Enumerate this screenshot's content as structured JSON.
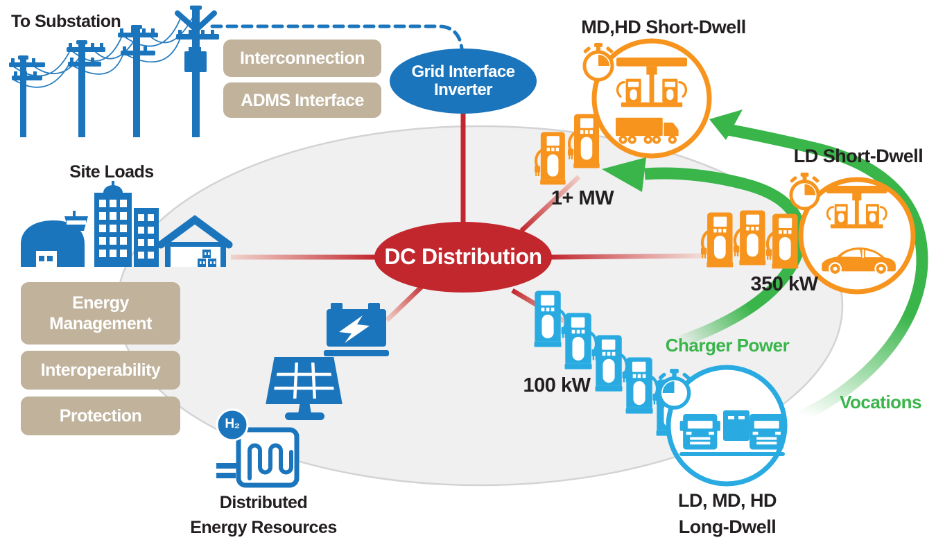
{
  "colors": {
    "blue": "#1b75bc",
    "light_blue": "#29abe2",
    "orange": "#f7941e",
    "red": "#c1272d",
    "tan": "#c0b29b",
    "green": "#39b54a",
    "ellipse_fill": "#f0f0f1",
    "ellipse_border": "#d3d3d5",
    "text_dark": "#231f20",
    "white": "#ffffff"
  },
  "grid": {
    "to_substation": "To Substation",
    "interconnection": "Interconnection",
    "adms_interface": "ADMS Interface",
    "inverter_line1": "Grid Interface",
    "inverter_line2": "Inverter"
  },
  "hub": {
    "dc_distribution": "DC Distribution"
  },
  "site": {
    "site_loads": "Site Loads",
    "energy_line1": "Energy",
    "energy_line2": "Management",
    "interoperability": "Interoperability",
    "protection": "Protection"
  },
  "der": {
    "h2": "H₂",
    "line1": "Distributed",
    "line2": "Energy Resources"
  },
  "chargers": {
    "mw": "1+ MW",
    "kw350": "350 kW",
    "kw100": "100 kW"
  },
  "vocations": {
    "md_hd_short_dwell": "MD,HD Short-Dwell",
    "ld_short_dwell": "LD Short-Dwell",
    "long_dwell_line1": "LD, MD, HD",
    "long_dwell_line2": "Long-Dwell"
  },
  "arrows": {
    "charger_power": "Charger Power",
    "vocations": "Vocations"
  }
}
